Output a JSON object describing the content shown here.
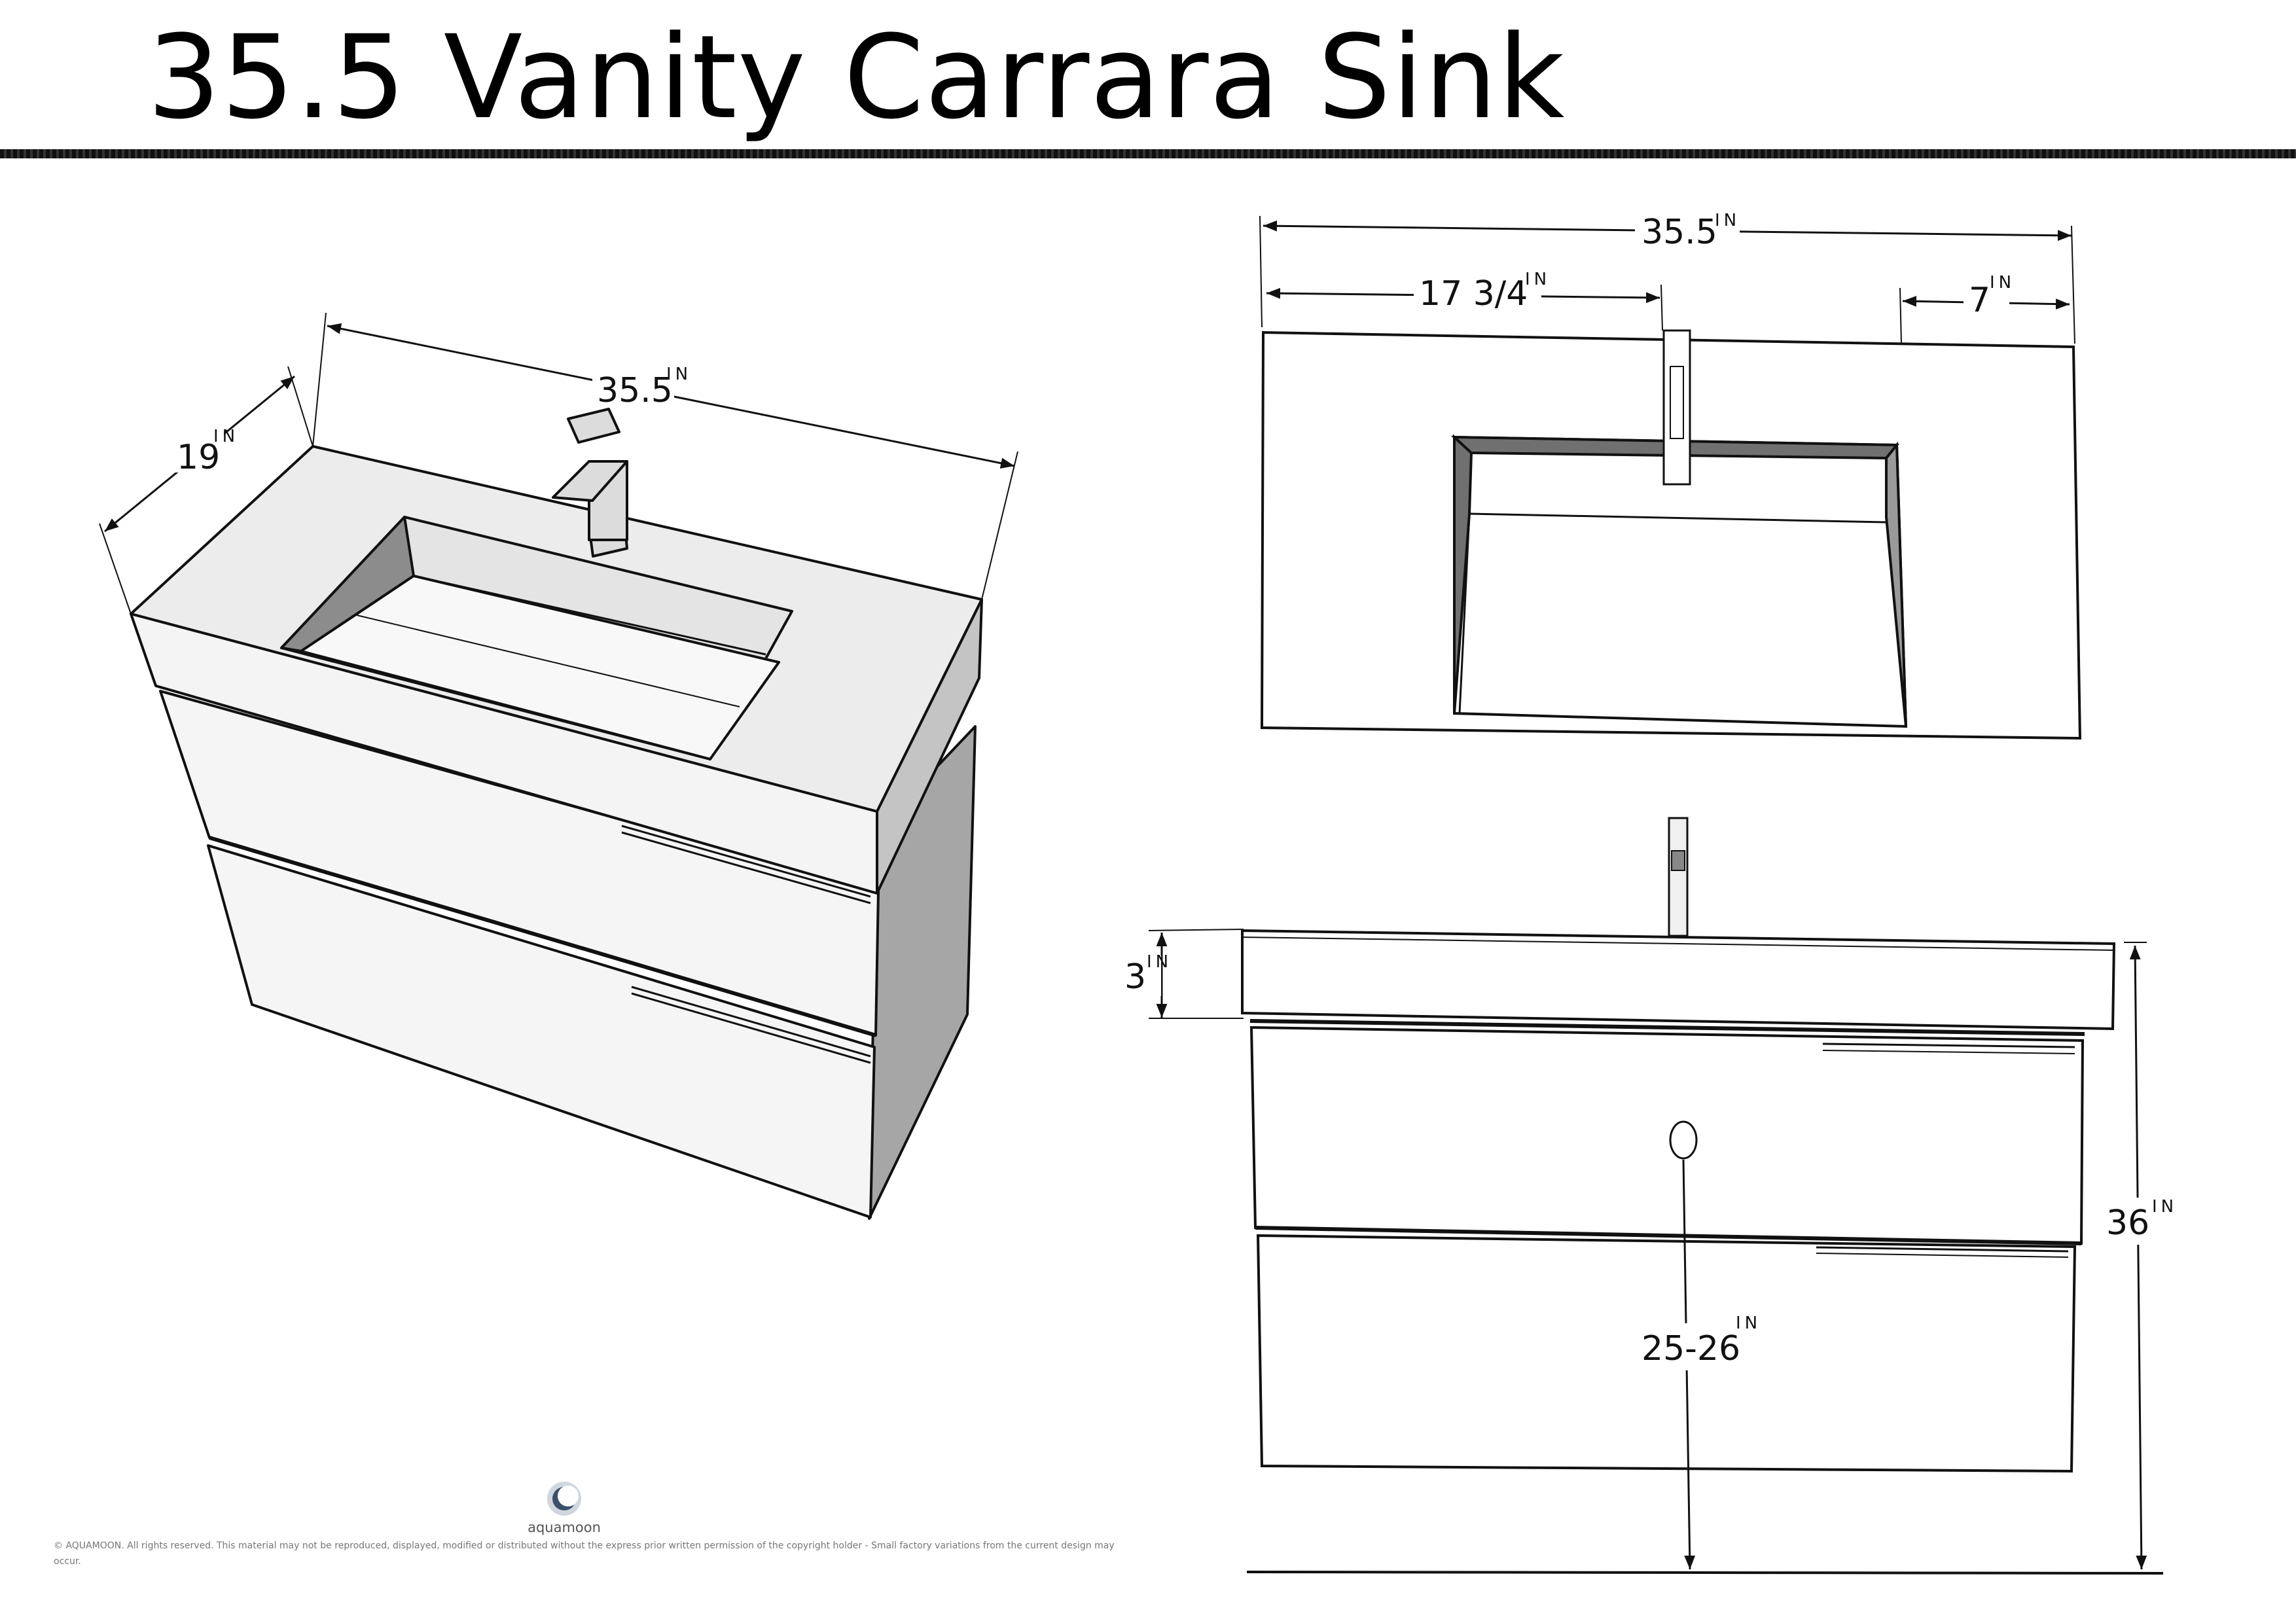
{
  "title": "35.5 Vanity Carrara Sink",
  "unit": "IN",
  "iso_view": {
    "width": "35.5",
    "depth": "19"
  },
  "top_view": {
    "overall_width": "35.5",
    "faucet_offset": "17 3/4",
    "right_offset": "7"
  },
  "front_view": {
    "top_thickness": "3",
    "total_height": "36",
    "drain_height": "25-26"
  },
  "brand": {
    "name": "aquamoon"
  },
  "copyright": "© AQUAMOON. All rights reserved. This material may not be reproduced, displayed, modified or distributed without the express prior written permission of the copyright holder - Small factory variations from the current design may occur.",
  "colors": {
    "line": "#111111",
    "dark_face": "#a6a6a6",
    "inner_wall": "#707070",
    "light_face": "#f2f2f2"
  },
  "icons": [
    "arrow-head-icon",
    "drain-hole-icon",
    "aquamoon-logo-icon"
  ]
}
